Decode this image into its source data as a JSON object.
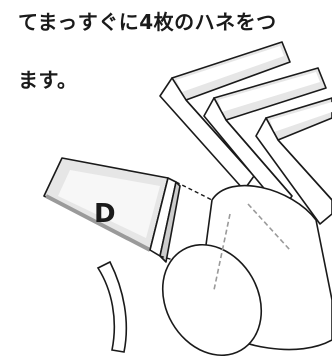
{
  "instructions": {
    "line1": "てまっすぐに4枚のハネをつ",
    "line2": "ます。"
  },
  "illustration": {
    "blade_label": "D",
    "colors": {
      "stroke": "#1a1a1a",
      "blade_fill": "#e6e6e6",
      "blade_edge": "#9a9a9a",
      "cup_guide": "#9a9a9a"
    }
  }
}
